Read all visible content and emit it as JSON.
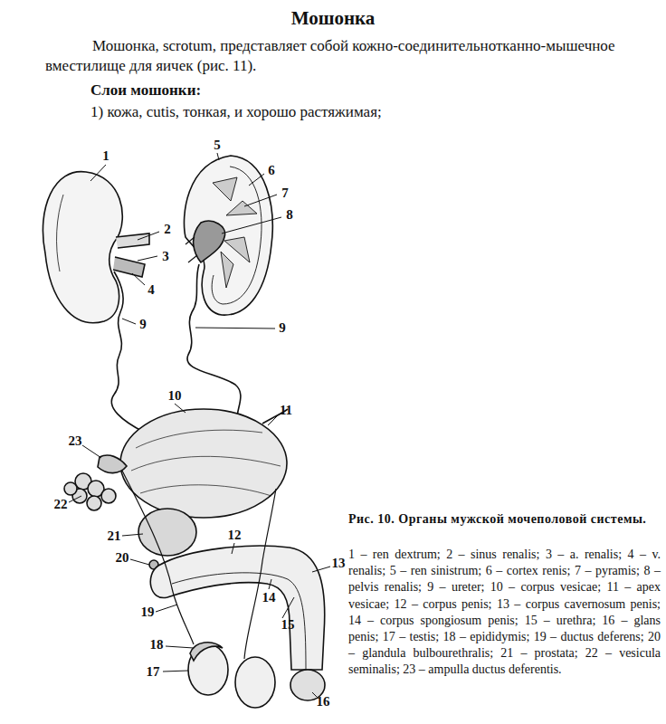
{
  "diagram": {
    "title": "Мошонка",
    "caption": "Рис. 10. Органы мужской мочеполовой системы.",
    "labels": [
      "Мошонка, scrotum, представляет собой кожно-соединительнотканно-мышечное вместилище для яичек (рис. 11).",
      "Слои мошонки:",
      "1) кожа, cutis, тонкая, и хорошо растяжимая;",
      "1",
      "2",
      "3",
      "4",
      "5",
      "6",
      "7",
      "8",
      "9",
      "9",
      "10",
      "11",
      "12",
      "13",
      "14",
      "15",
      "16",
      "17",
      "18",
      "19",
      "20",
      "21",
      "22",
      "23",
      "1 – ren dextrum; 2 – sinus renalis; 3 – a. renalis; 4 – v. renalis; 5 – ren sinistrum; 6 – cortex renis; 7 – pyramis; 8 – pelvis renalis; 9 – ureter; 10 – corpus vesicae; 11 – apex vesicae; 12 – corpus penis; 13 – corpus cavernosum penis; 14 – corpus spongiosum penis; 15 – urethra; 16 – glans penis; 17 – testis; 18 – epididymis; 19 – ductus deferens; 20 – glandula bulbourethralis; 21 – prostata; 22 – vesicula seminalis; 23 – ampulla ductus deferentis."
    ]
  }
}
